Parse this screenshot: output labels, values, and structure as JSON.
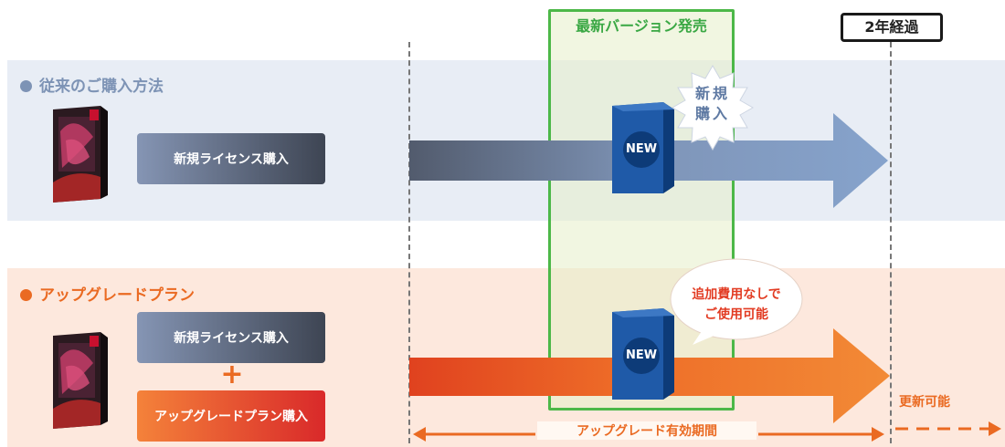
{
  "header": {
    "release_label": "最新バージョン発売",
    "elapsed_label": "2年経過"
  },
  "sections": {
    "traditional": {
      "title": "従来のご購入方法",
      "button": "新規ライセンス購入",
      "burst": [
        "新規",
        "購入"
      ],
      "new_badge": "NEW"
    },
    "upgrade": {
      "title": "アップグレードプラン",
      "button_license": "新規ライセンス購入",
      "plus": "+",
      "button_upgrade": "アップグレードプラン購入",
      "bubble": [
        "追加費用なしで",
        "ご使用可能"
      ],
      "new_badge": "NEW",
      "renew_label": "更新可能",
      "period_label": "アップグレード有効期間"
    }
  },
  "colors": {
    "traditional_accent": "#7d93b5",
    "upgrade_accent": "#ea6a22",
    "release_green": "#4cb848",
    "badge_red": "#e23b22"
  }
}
